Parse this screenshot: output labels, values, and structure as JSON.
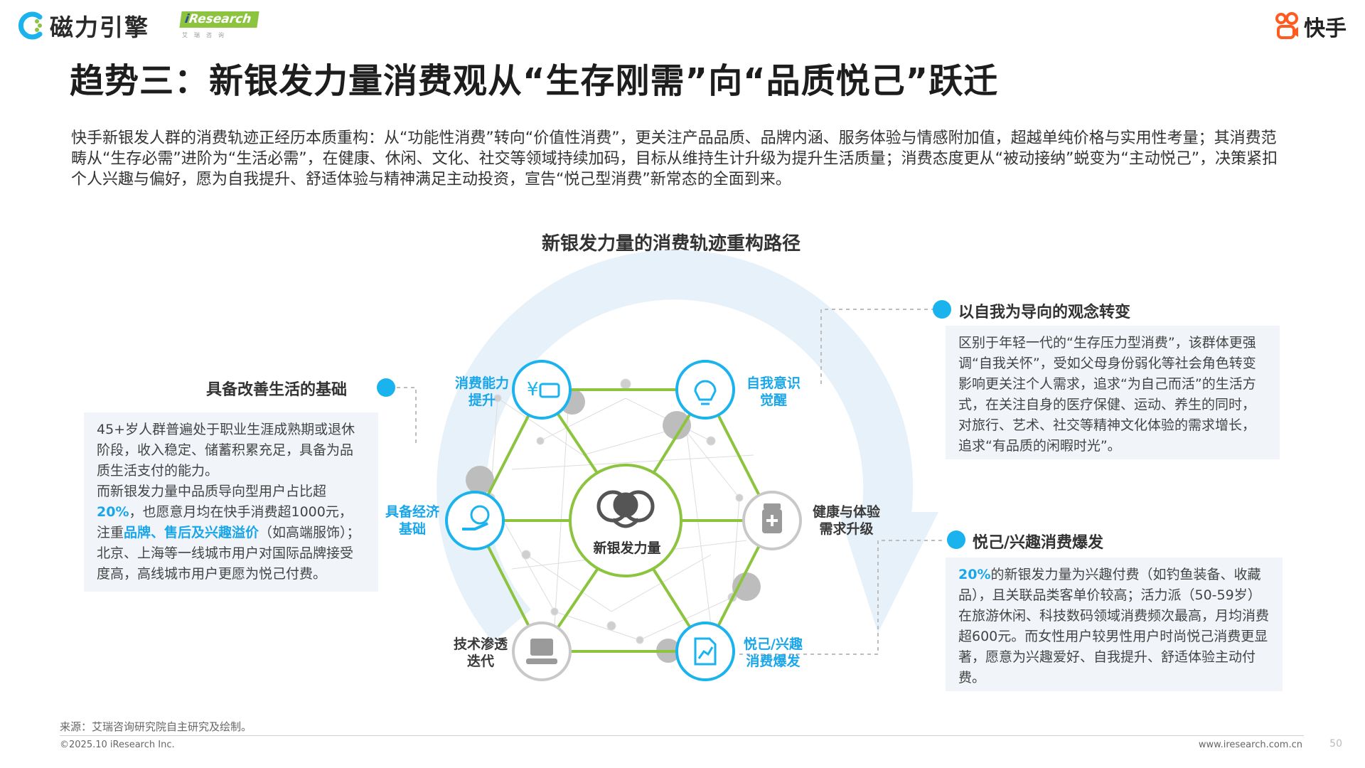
{
  "header": {
    "logo_cili_text": "磁力引擎",
    "logo_iresearch_text": "Research",
    "logo_iresearch_sub": "艾瑞咨询",
    "logo_kuaishou_text": "快手"
  },
  "title": "趋势三：新银发力量消费观从“生存刚需”向“品质悦己”跃迁",
  "intro": "快手新银发人群的消费轨迹正经历本质重构：从“功能性消费”转向“价值性消费”，更关注产品品质、品牌内涵、服务体验与情感附加值，超越单纯价格与实用性考量；其消费范畴从“生存必需”进阶为“生活必需”，在健康、休闲、文化、社交等领域持续加码，目标从维持生计升级为提升生活质量；消费态度更从“被动接纳”蜕变为“主动悦己”，决策紧扣个人兴趣与偏好，愿为自我提升、舒适体验与精神满足主动投资，宣告“悦己型消费”新常态的全面到来。",
  "diagram_title": "新银发力量的消费轨迹重构路径",
  "center_label": "新银发力量",
  "nodes": {
    "consumption_ability": "消费能力\n提升",
    "self_awareness": "自我意识\n觉醒",
    "economic_base": "具备经济\n基础",
    "health_upgrade": "健康与体验\n需求升级",
    "tech_iteration": "技术渗透\n迭代",
    "interest_burst": "悦己/兴趣\n消费爆发"
  },
  "left_panel": {
    "heading": "具备改善生活的基础",
    "line1": "45+岁人群普遍处于职业生涯成熟期或退休阶段，收入稳定、储蓄积累充足，具备为品质生活支付的能力。",
    "line2_pre": "而新银发力量中品质导向型用户占比超",
    "line2_hl": "20%",
    "line2_mid": "，也愿意月均在快手消费超1000元，注重",
    "line2_hl2": "品牌、售后及兴趣溢价",
    "line2_post": "（如高端服饰）；北京、上海等一线城市用户对国际品牌接受度高，高线城市用户更愿为悦己付费。"
  },
  "right_top_panel": {
    "heading": "以自我为导向的观念转变",
    "text": "区别于年轻一代的“生存压力型消费”，该群体更强调“自我关怀”，受如父母身份弱化等社会角色转变影响更关注个人需求，追求“为自己而活”的生活方式，在关注自身的医疗保健、运动、养生的同时，对旅行、艺术、社交等精神文化体验的需求增长，追求“有品质的闲暇时光”。"
  },
  "right_bottom_panel": {
    "heading": "悦己/兴趣消费爆发",
    "hl": "20%",
    "text": "的新银发力量为兴趣付费（如钓鱼装备、收藏品），且关联品类客单价较高；活力派（50-59岁）在旅游休闲、科技数码领域消费频次最高，月均消费超600元。而女性用户较男性用户时尚悦己消费更显著，愿意为兴趣爱好、自我提升、舒适体验主动付费。"
  },
  "footer": {
    "source": "来源：艾瑞咨询研究院自主研究及绘制。",
    "copyright": "©2025.10 iResearch Inc.",
    "website": "www.iresearch.com.cn",
    "page": "50"
  },
  "colors": {
    "accent_blue": "#1ab3ee",
    "hex_green": "#8cc43f",
    "panel_bg": "#f1f5fa",
    "node_gray": "#9a9a9a"
  }
}
